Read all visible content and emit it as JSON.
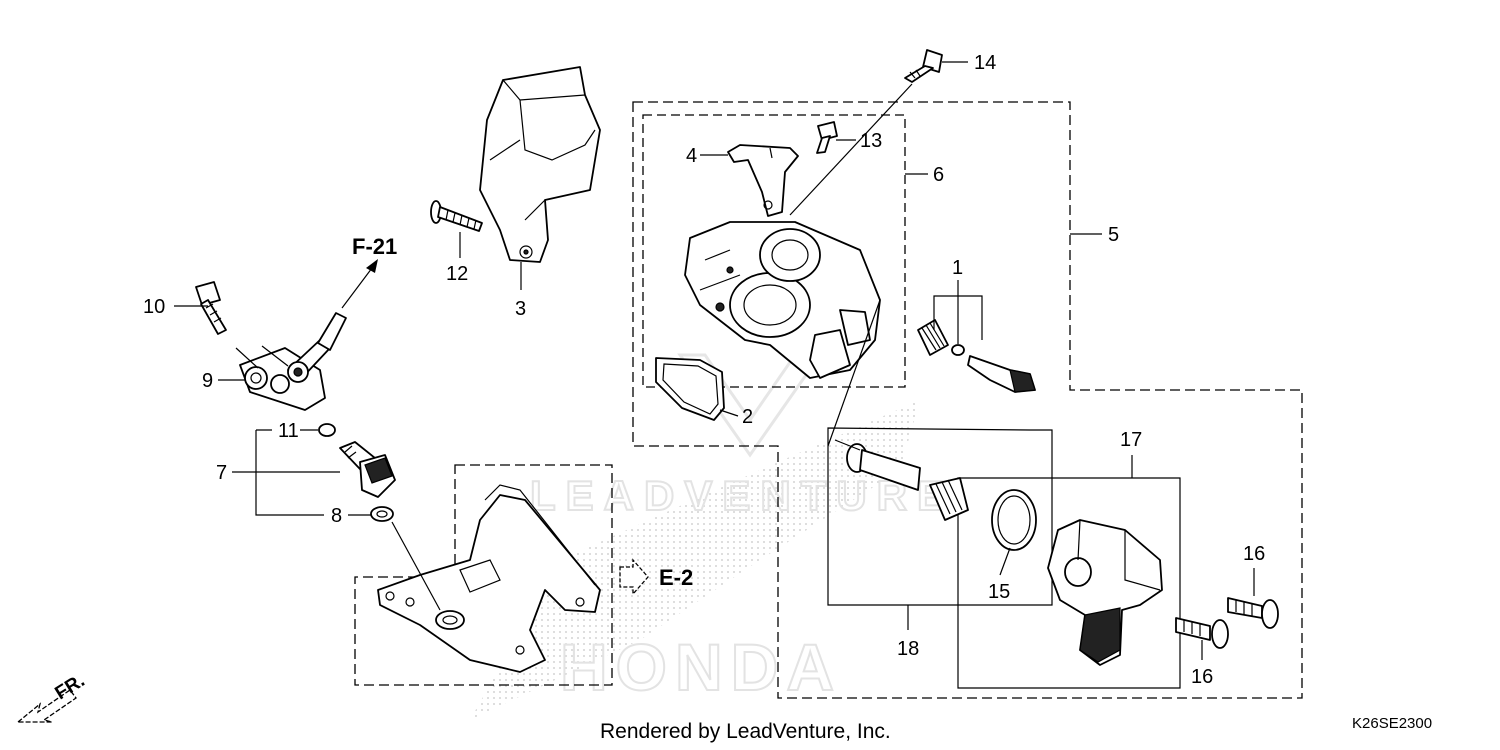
{
  "parts": {
    "p1": "1",
    "p2": "2",
    "p3": "3",
    "p4": "4",
    "p5": "5",
    "p6": "6",
    "p7": "7",
    "p8": "8",
    "p9": "9",
    "p10": "10",
    "p11": "11",
    "p12": "12",
    "p13": "13",
    "p14": "14",
    "p15": "15",
    "p16a": "16",
    "p16b": "16",
    "p17": "17",
    "p18": "18"
  },
  "refs": {
    "f21": "F-21",
    "e2": "E-2",
    "fr": "FR."
  },
  "watermark": {
    "brand": "HONDA",
    "text": "LEADVENTURE"
  },
  "footer": {
    "rendered_by": "Rendered by LeadVenture, Inc.",
    "diagram_code": "K26SE2300"
  }
}
